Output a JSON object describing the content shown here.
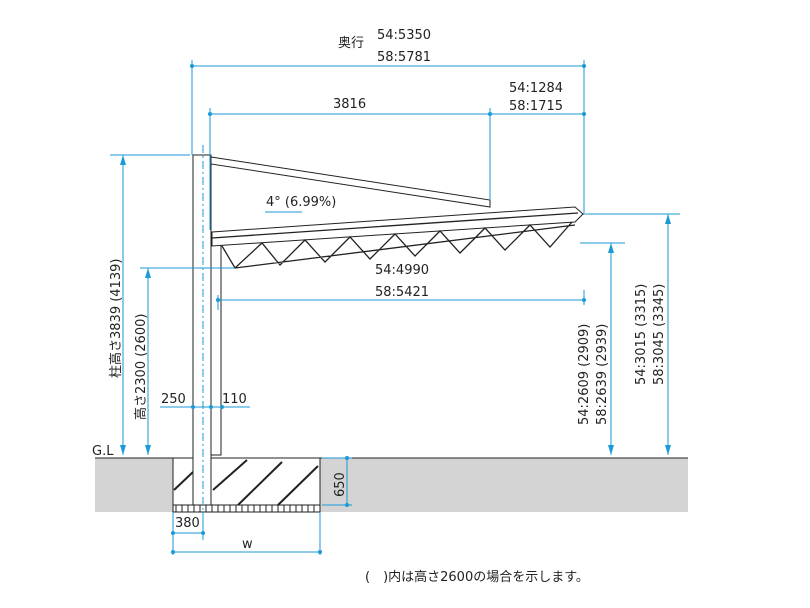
{
  "depth": {
    "label": "奥行",
    "v54": "54:5350",
    "v58": "58:5781"
  },
  "rear": {
    "v54": "54:1284",
    "v58": "58:1715"
  },
  "front_span": "3816",
  "slope": "4° (6.99%)",
  "roof_len": {
    "v54": "54:4990",
    "v58": "58:5421"
  },
  "post_height": "柱高さ3839 (4139)",
  "clear_height": "高さ2300 (2600)",
  "low_front": {
    "v54": "54:2609 (2909)",
    "v58": "58:2639 (2939)"
  },
  "high_front": {
    "v54": "54:3015 (3315)",
    "v58": "58:3045 (3345)"
  },
  "post_w": "250",
  "gutter_w": "110",
  "ground": "G.L",
  "found_depth": "650",
  "found_offset": "380",
  "found_width": "w",
  "note": "(　)内は高さ2600の場合を示します。",
  "colors": {
    "dimension": "#1a9ad6",
    "ground": "#d4d4d4"
  }
}
